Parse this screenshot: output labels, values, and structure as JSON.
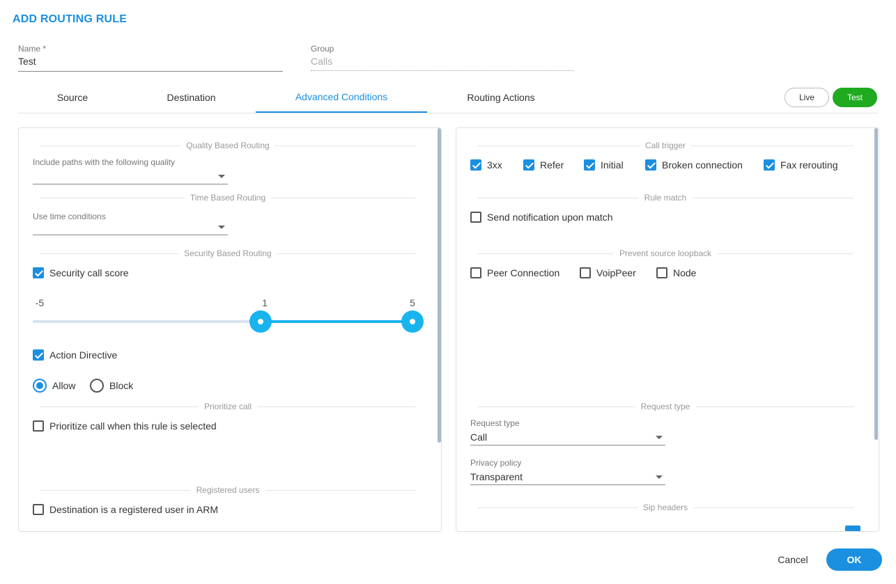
{
  "dialog": {
    "title": "ADD ROUTING RULE"
  },
  "form": {
    "name_label": "Name *",
    "name_value": "Test",
    "group_label": "Group",
    "group_placeholder": "Calls"
  },
  "tabs": [
    {
      "label": "Source"
    },
    {
      "label": "Destination"
    },
    {
      "label": "Advanced Conditions"
    },
    {
      "label": "Routing Actions"
    }
  ],
  "active_tab": "Advanced Conditions",
  "mode": {
    "live_label": "Live",
    "test_label": "Test",
    "selected": "Test"
  },
  "left": {
    "quality": {
      "header": "Quality Based Routing",
      "label": "Include paths with the following quality",
      "value": ""
    },
    "time": {
      "header": "Time Based Routing",
      "label": "Use time conditions",
      "value": ""
    },
    "security": {
      "header": "Security Based Routing",
      "score_label": "Security call score",
      "score_checked": true,
      "slider": {
        "min_label": "-5",
        "low_label": "1",
        "high_label": "5",
        "min": -5,
        "max": 5,
        "low": 1,
        "high": 5
      }
    },
    "action": {
      "label": "Action Directive",
      "checked": true,
      "allow_label": "Allow",
      "block_label": "Block",
      "selected": "Allow"
    },
    "prioritize": {
      "header": "Prioritize call",
      "label": "Prioritize call when this rule is selected",
      "checked": false
    },
    "registered": {
      "header": "Registered users",
      "label": "Destination is a registered user in ARM",
      "checked": false
    }
  },
  "right": {
    "call_trigger": {
      "header": "Call trigger",
      "items": [
        {
          "label": "3xx",
          "checked": true
        },
        {
          "label": "Refer",
          "checked": true
        },
        {
          "label": "Initial",
          "checked": true
        },
        {
          "label": "Broken connection",
          "checked": true
        },
        {
          "label": "Fax rerouting",
          "checked": true
        }
      ]
    },
    "rule_match": {
      "header": "Rule match",
      "label": "Send notification upon match",
      "checked": false
    },
    "loopback": {
      "header": "Prevent source loopback",
      "items": [
        {
          "label": "Peer Connection",
          "checked": false
        },
        {
          "label": "VoipPeer",
          "checked": false
        },
        {
          "label": "Node",
          "checked": false
        }
      ]
    },
    "request": {
      "header": "Request type",
      "type_label": "Request type",
      "type_value": "Call",
      "privacy_label": "Privacy policy",
      "privacy_value": "Transparent"
    },
    "sip": {
      "header": "Sip headers"
    }
  },
  "footer": {
    "cancel_label": "Cancel",
    "ok_label": "OK"
  },
  "colors": {
    "accent": "#1b8fe0",
    "slider": "#19b4ee",
    "test_green": "#1faa1f"
  }
}
